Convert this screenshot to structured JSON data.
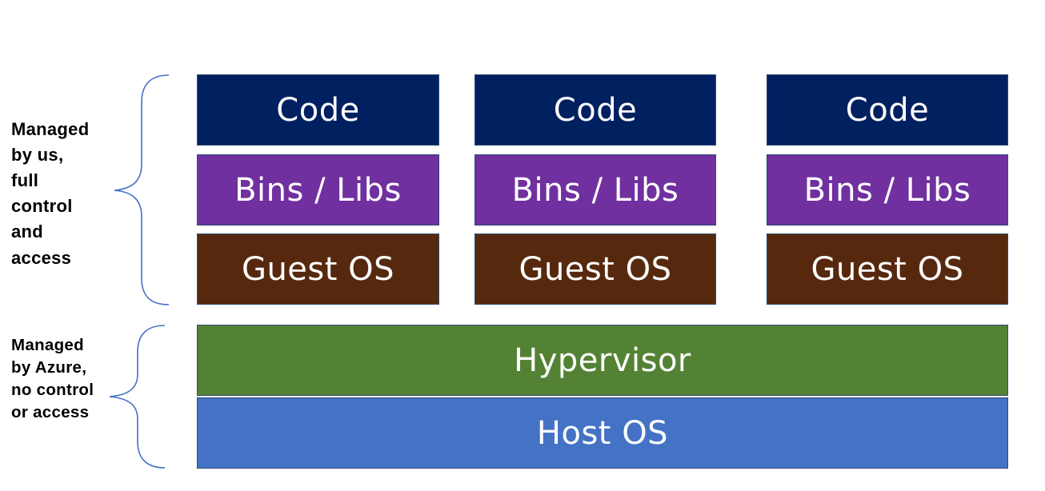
{
  "vm_stacks": [
    {
      "code": "Code",
      "bins_libs": "Bins / Libs",
      "guest_os": "Guest OS"
    },
    {
      "code": "Code",
      "bins_libs": "Bins / Libs",
      "guest_os": "Guest OS"
    },
    {
      "code": "Code",
      "bins_libs": "Bins / Libs",
      "guest_os": "Guest OS"
    }
  ],
  "shared_layers": {
    "hypervisor": "Hypervisor",
    "host_os": "Host OS"
  },
  "annotations": {
    "managed_by_us": "Managed\nby us,\nfull\ncontrol\nand\naccess",
    "managed_by_azure": "Managed\nby Azure,\nno control\nor access"
  },
  "colors": {
    "code": "#002060",
    "bins_libs": "#7030a0",
    "guest_os": "#56290e",
    "hypervisor": "#548235",
    "host_os": "#4472c4",
    "brace": "#4472c4"
  }
}
